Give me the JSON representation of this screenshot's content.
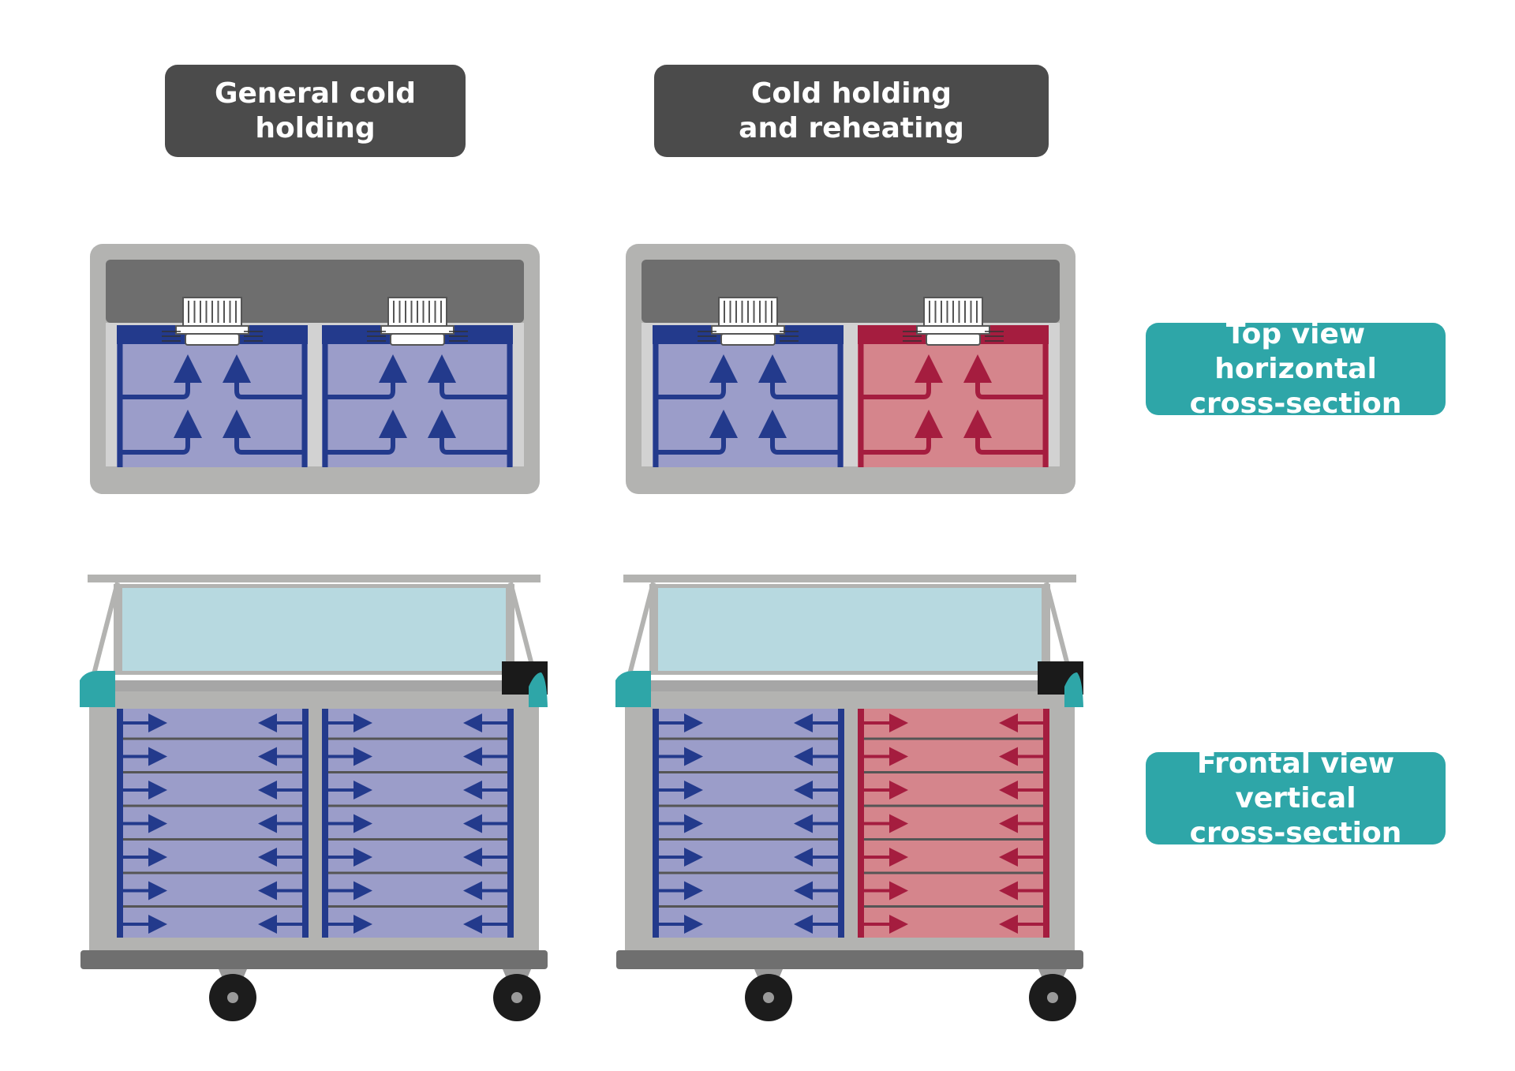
{
  "labels": {
    "general": "General cold\nholding",
    "reheat": "Cold holding\nand reheating",
    "top_view": "Top view horizontal\ncross-section",
    "front_view": "Frontal view vertical\ncross-section"
  },
  "colors": {
    "cold_fill": "#9b9dc9",
    "cold_line": "#233a8c",
    "hot_fill": "#d5858c",
    "hot_line": "#a51d3f",
    "frame": "#b3b3b1",
    "frame_dark": "#6f6f6f",
    "glass": "#b7d9e0",
    "accent": "#2ea6a8"
  },
  "carts": [
    {
      "name": "general-cold-holding",
      "compartments": [
        "cold",
        "cold"
      ]
    },
    {
      "name": "cold-holding-and-reheating",
      "compartments": [
        "cold",
        "hot"
      ]
    }
  ],
  "front_shelves_per_compartment": 7
}
